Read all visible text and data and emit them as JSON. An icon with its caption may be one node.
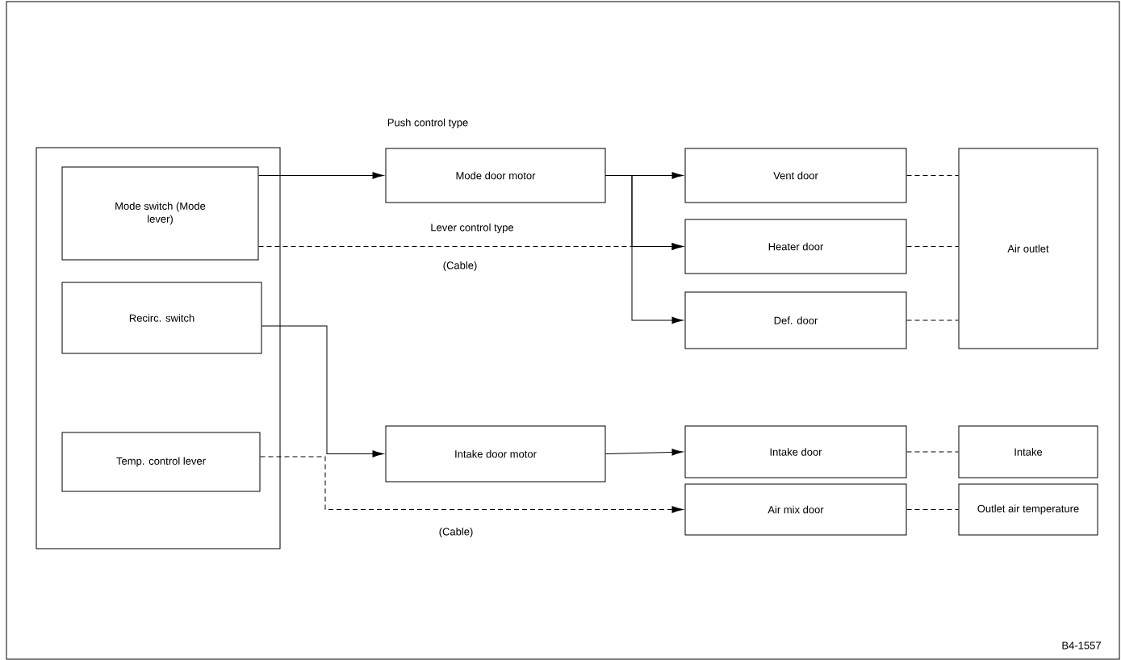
{
  "diagram": {
    "nodes": [
      {
        "text": [],
        "shape": "box"
      },
      {
        "text": [
          "Mode switch (Mode lever)"
        ],
        "in": 0
      },
      {
        "text": [
          "Recirc. switch"
        ],
        "in": 0
      },
      {
        "text": [
          "Temp. control lever"
        ],
        "in": 0
      },
      {
        "text": [
          "Mode door motor"
        ]
      },
      {
        "text": [
          "Vent door"
        ]
      },
      {
        "text": [
          "Heater door"
        ]
      },
      {
        "text": [
          "Def. door"
        ]
      },
      {
        "text": [
          "Air outlet"
        ]
      },
      {
        "text": [
          "Intake door motor"
        ]
      },
      {
        "text": [
          "Intake door"
        ]
      },
      {
        "text": [
          "Intake"
        ]
      },
      {
        "text": [
          "Air mix door"
        ]
      },
      {
        "text": [
          "Outlet air temperature"
        ]
      }
    ],
    "edges": [
      {
        "from": 1,
        "to": 4,
        "arrow": "to"
      },
      {
        "from": 4,
        "to": 5,
        "arrow": "to"
      },
      {
        "from": 4,
        "to": 6,
        "arrow": "to"
      },
      {
        "from": 4,
        "to": 7,
        "arrow": "to"
      },
      {
        "from": 1,
        "to": 6,
        "arrow": "to",
        "style": "dashed"
      },
      {
        "from": 2,
        "to": 9,
        "arrow": "to"
      },
      {
        "from": 9,
        "to": 10,
        "arrow": "to"
      },
      {
        "from": 3,
        "to": 12,
        "arrow": "to",
        "style": "dashed"
      },
      {
        "from": 5,
        "to": 8,
        "arrow": "none",
        "style": "dashed"
      },
      {
        "from": 6,
        "to": 8,
        "arrow": "none",
        "style": "dashed"
      },
      {
        "from": 7,
        "to": 8,
        "arrow": "none",
        "style": "dashed"
      },
      {
        "from": 10,
        "to": 11,
        "arrow": "none",
        "style": "dashed"
      },
      {
        "from": 12,
        "to": 13,
        "arrow": "none",
        "style": "dashed"
      }
    ],
    "labels": [
      "Push control type",
      "Lever control type",
      "(Cable)",
      "(Cable)",
      "B4-1557"
    ]
  }
}
